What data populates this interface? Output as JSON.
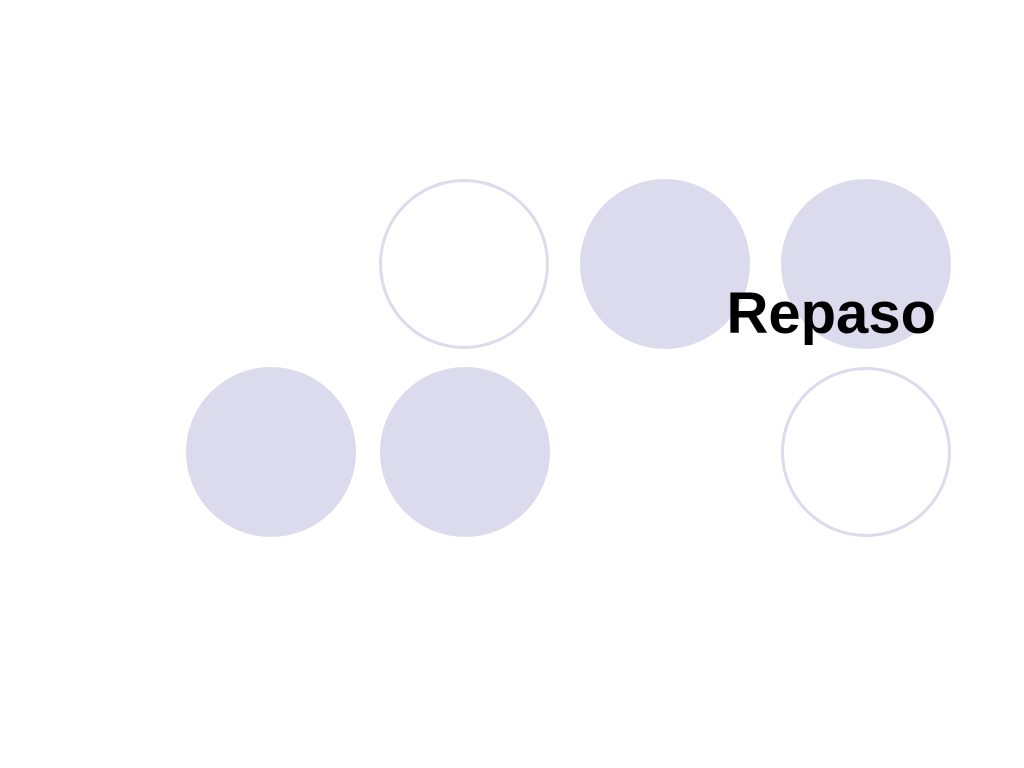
{
  "slide": {
    "title": "Repaso"
  },
  "colors": {
    "background": "#ffffff",
    "circle_fill": "#dcdbed",
    "circle_outline": "#dcdbed",
    "title_text": "#000000"
  },
  "decoration": {
    "circle_styles": [
      "outline",
      "filled",
      "filled",
      "filled",
      "filled",
      "outline"
    ]
  }
}
